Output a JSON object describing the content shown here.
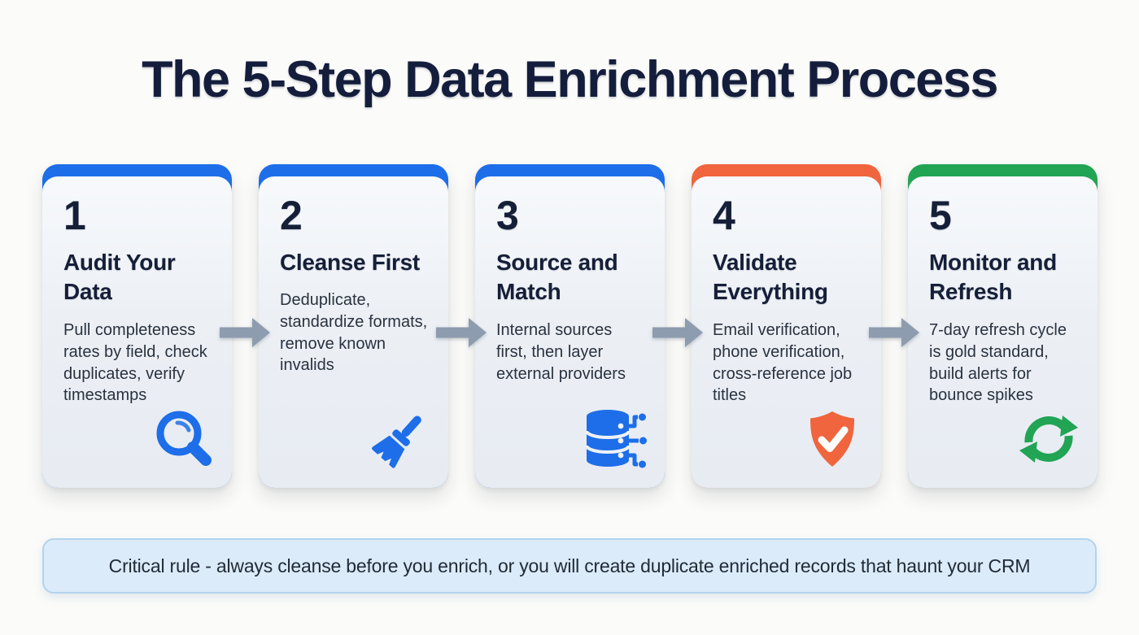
{
  "page": {
    "title": "The 5-Step Data Enrichment Process",
    "background_color": "#fbfbf9",
    "title_color": "#141e3c"
  },
  "steps": [
    {
      "number": "1",
      "title": "Audit Your Data",
      "description": "Pull completeness rates by field, check duplicates, verify timestamps",
      "icon": "magnifier-icon",
      "accent_color": "#1d6ee8"
    },
    {
      "number": "2",
      "title": "Cleanse First",
      "description": "Deduplicate, standardize formats, remove known invalids",
      "icon": "broom-icon",
      "accent_color": "#1d6ee8"
    },
    {
      "number": "3",
      "title": "Source and Match",
      "description": "Internal sources first, then layer external providers",
      "icon": "database-network-icon",
      "accent_color": "#1d6ee8"
    },
    {
      "number": "4",
      "title": "Validate Everything",
      "description": "Email verification, phone verification, cross-reference job titles",
      "icon": "shield-check-icon",
      "accent_color": "#f0653e"
    },
    {
      "number": "5",
      "title": "Monitor and Refresh",
      "description": "7-day refresh cycle is gold standard, build alerts for bounce spikes",
      "icon": "refresh-icon",
      "accent_color": "#22a455"
    }
  ],
  "connectors": {
    "arrow_color": "#8d9cae",
    "count": 4
  },
  "note": {
    "text": "Critical rule - always cleanse before you enrich, or you will create duplicate enriched records that haunt your CRM",
    "background_color": "#dcebf9",
    "border_color": "#b3d3ee"
  }
}
